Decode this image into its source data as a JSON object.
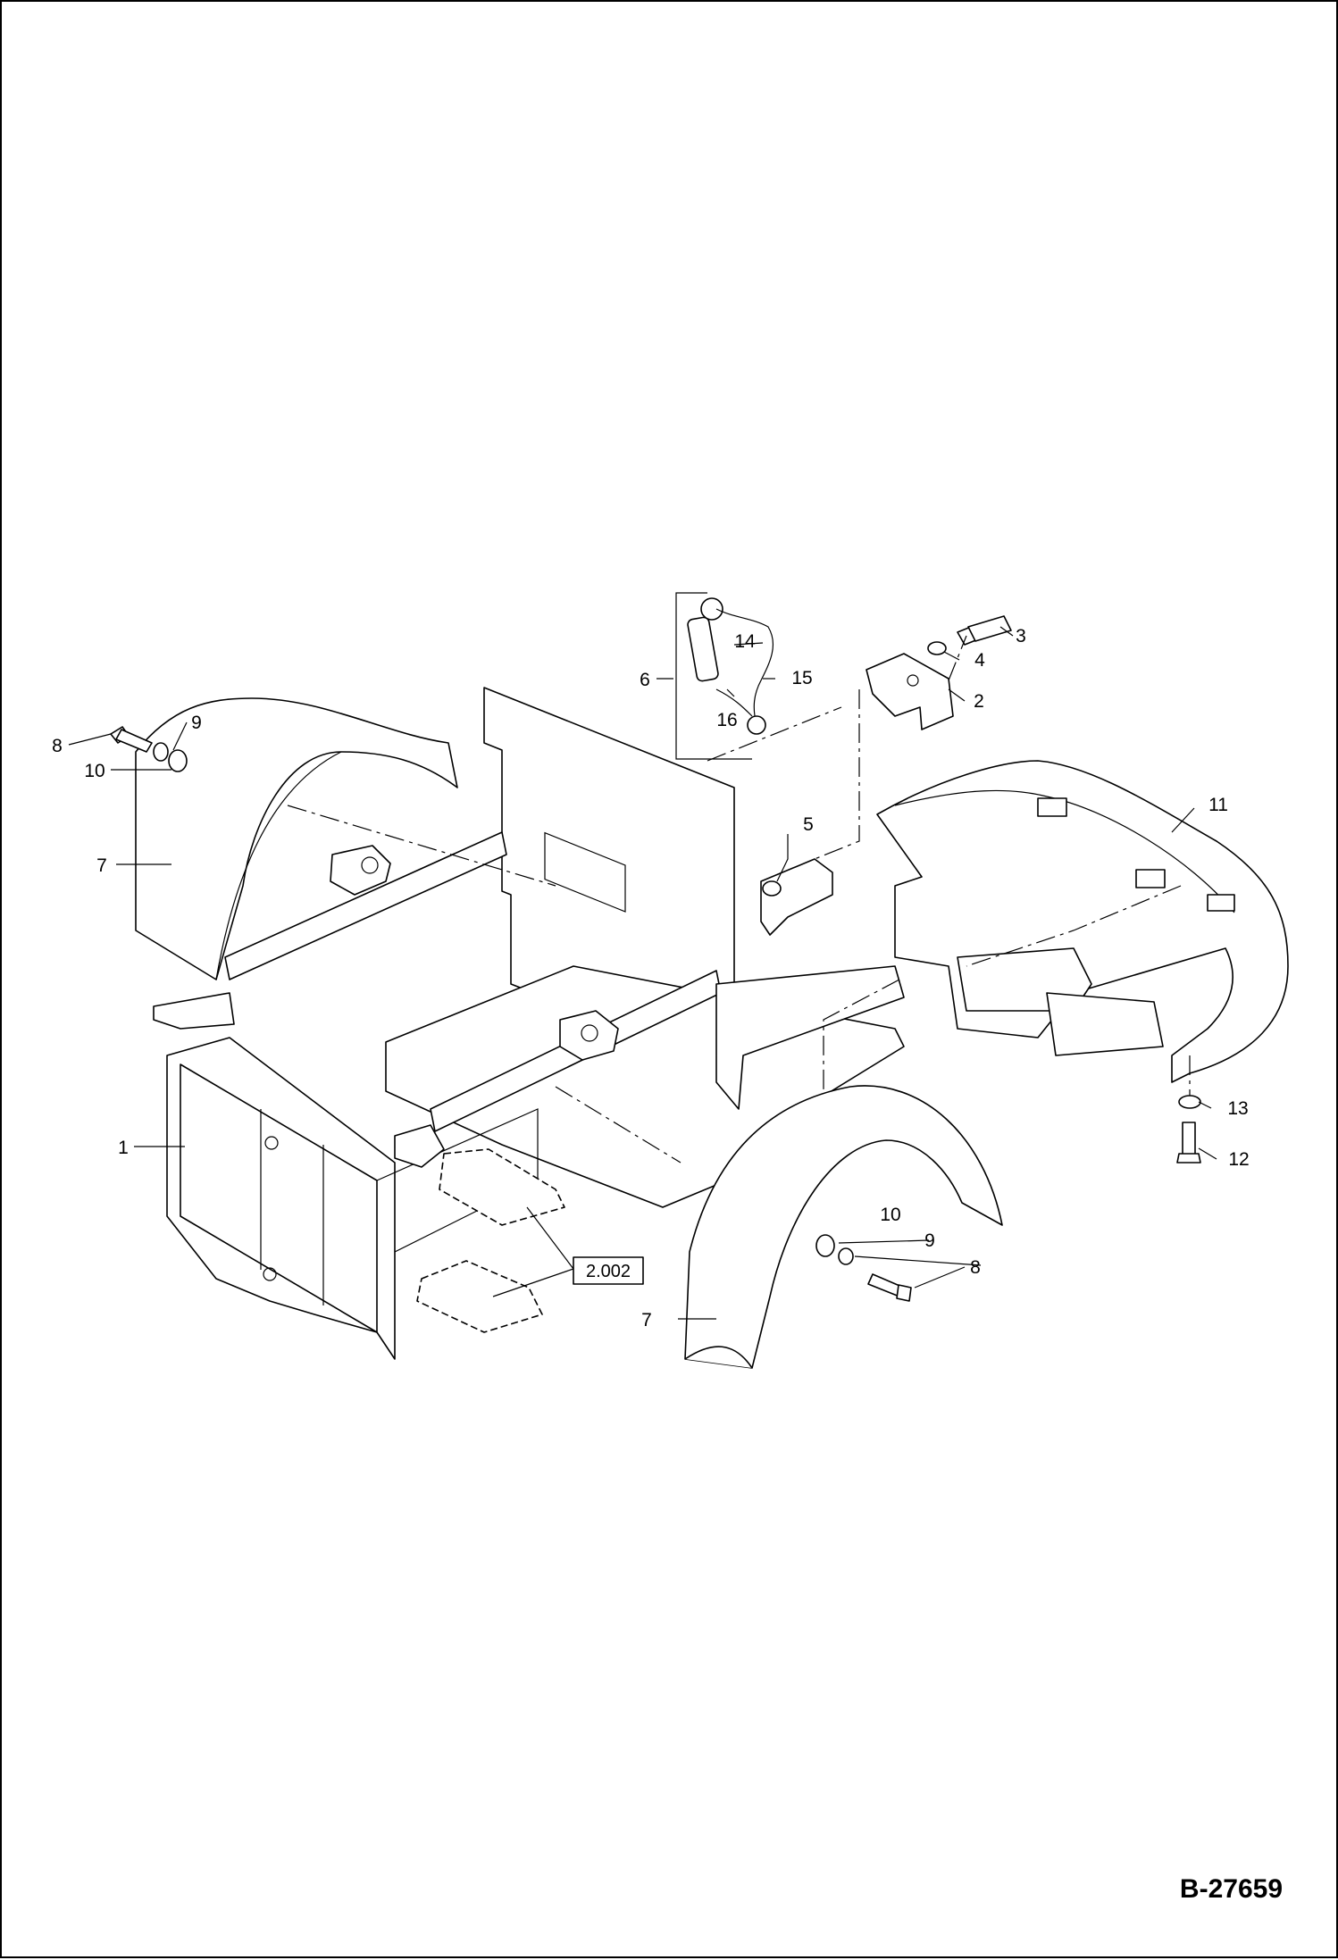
{
  "drawing": {
    "code": "B-27659",
    "reference_box": "2.002",
    "callouts": {
      "frame": "1",
      "bracket": "2",
      "bolt_top": "3",
      "washer_top": "4",
      "nut_support": "5",
      "pin_assembly": "6",
      "fender_left": "7",
      "fender_right": "7",
      "bolt_left": "8",
      "washer_left": "9",
      "spacer_left": "10",
      "bolt_right": "8",
      "washer_right": "9",
      "spacer_right": "10",
      "counterweight": "11",
      "bolt_bottom": "12",
      "washer_bottom": "13",
      "chain": "14",
      "clip": "15",
      "ring": "16"
    }
  }
}
